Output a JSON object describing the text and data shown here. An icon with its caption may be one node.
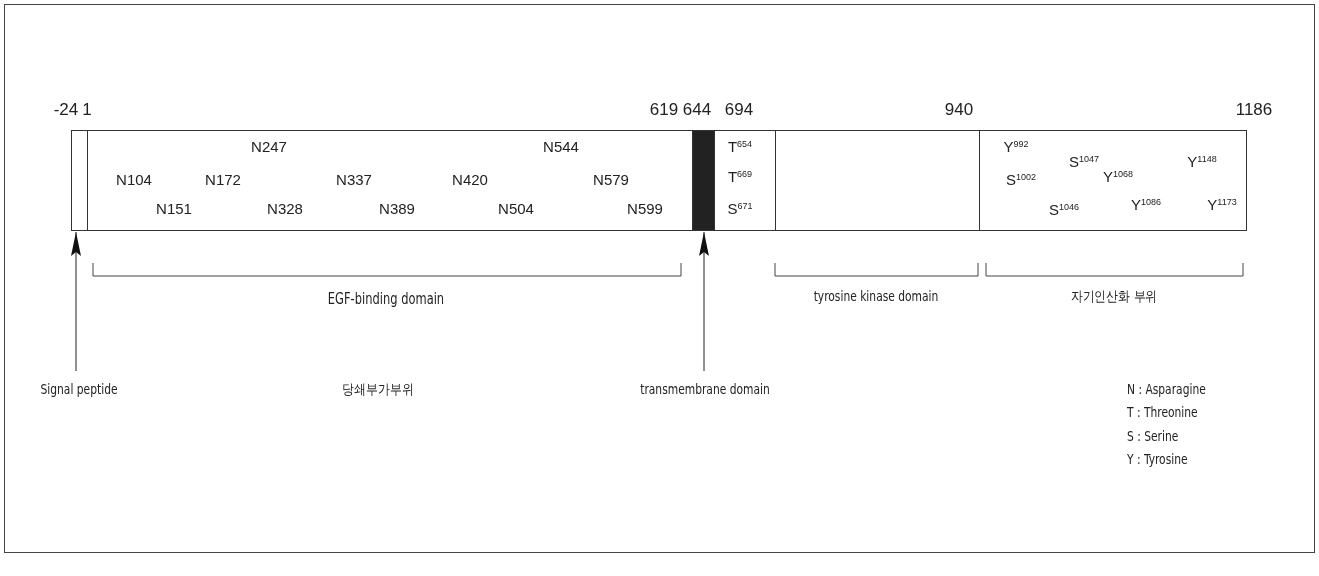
{
  "diagram": {
    "nodes": [
      {
        "text": [],
        "shape": "box"
      },
      {
        "text": [
          "N247",
          "N544",
          "N104",
          "N172",
          "N337",
          "N420",
          "N579",
          "N151",
          "N328",
          "N389",
          "N504",
          "N599"
        ]
      },
      {
        "text": [],
        "shape": "bar"
      },
      {
        "text": [
          "T$^{654}$",
          "T$^{669}$",
          "S$^{671}$"
        ]
      },
      {
        "text": [],
        "shape": "box"
      },
      {
        "text": [
          "Y$^{992}$",
          "S$^{1047}$",
          "Y$^{1148}$",
          "S$^{1002}$",
          "Y$^{1068}$",
          "S$^{1046}$",
          "Y$^{1086}$",
          "Y$^{1173}$"
        ]
      },
      {
        "text": [
          "Signal peptide"
        ]
      },
      {
        "text": [
          "transmembrane domain"
        ]
      }
    ],
    "edges": [
      {
        "from": 6,
        "to": 0,
        "arrow": "to"
      },
      {
        "from": 7,
        "to": 2,
        "arrow": "to"
      }
    ],
    "labels": [
      "-24",
      "1",
      "619",
      "644",
      "694",
      "940",
      "1186",
      "EGF-binding domain",
      "tyrosine kinase domain",
      "자기인산화 부위",
      "당쇄부가부위",
      "N : Asparagine",
      "T : Threonine",
      "S : Serine",
      "Y : Tyrosine"
    ]
  }
}
